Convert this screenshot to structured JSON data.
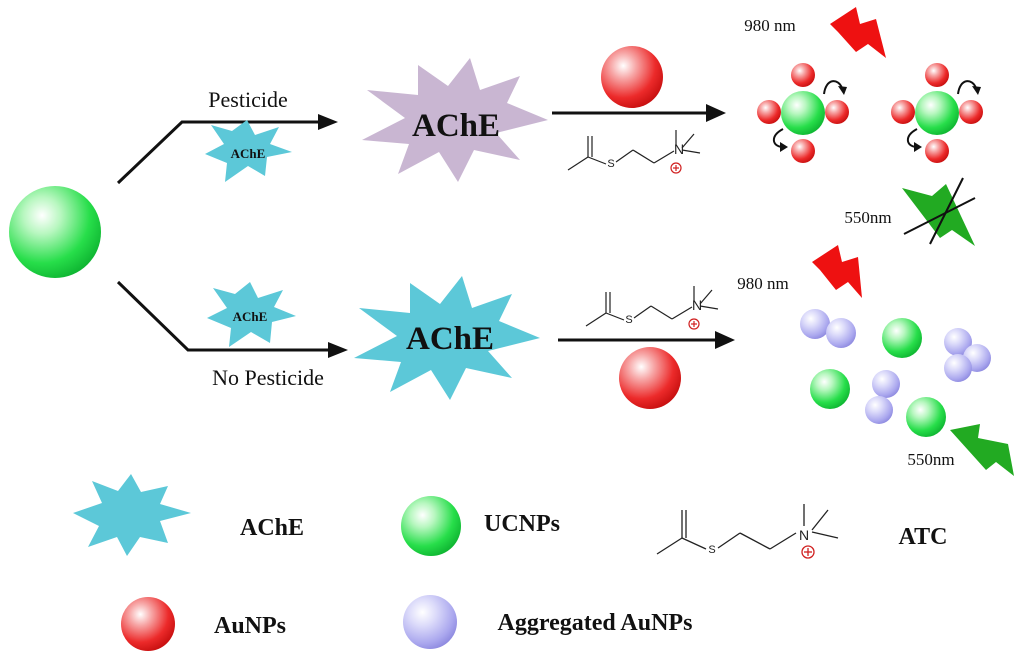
{
  "labels": {
    "pesticide": "Pesticide",
    "no_pesticide": "No Pesticide",
    "wavelength_980_top": "980 nm",
    "wavelength_980_bottom": "980 nm",
    "wavelength_550_top": "550nm",
    "wavelength_550_bottom": "550nm"
  },
  "enzymes": {
    "small_top": "AChE",
    "big_top": "AChE",
    "small_bottom": "AChE",
    "big_bottom": "AChE"
  },
  "chem": {
    "sulfur": "S",
    "nitrogen": "N"
  },
  "legend": {
    "ache": "AChE",
    "ucnps": "UCNPs",
    "atc": "ATC",
    "aunps": "AuNPs",
    "aggregated_aunps": "Aggregated AuNPs"
  },
  "colors": {
    "ucnp_green": "#22dd44",
    "aunp_red": "#ee2222",
    "aggregated_lavender": "#a9a6ee",
    "ache_cyan": "#5cc8d8",
    "ache_lilac": "#c9b6d2",
    "laser_red": "#ee1111",
    "emission_green": "#22aa22"
  }
}
